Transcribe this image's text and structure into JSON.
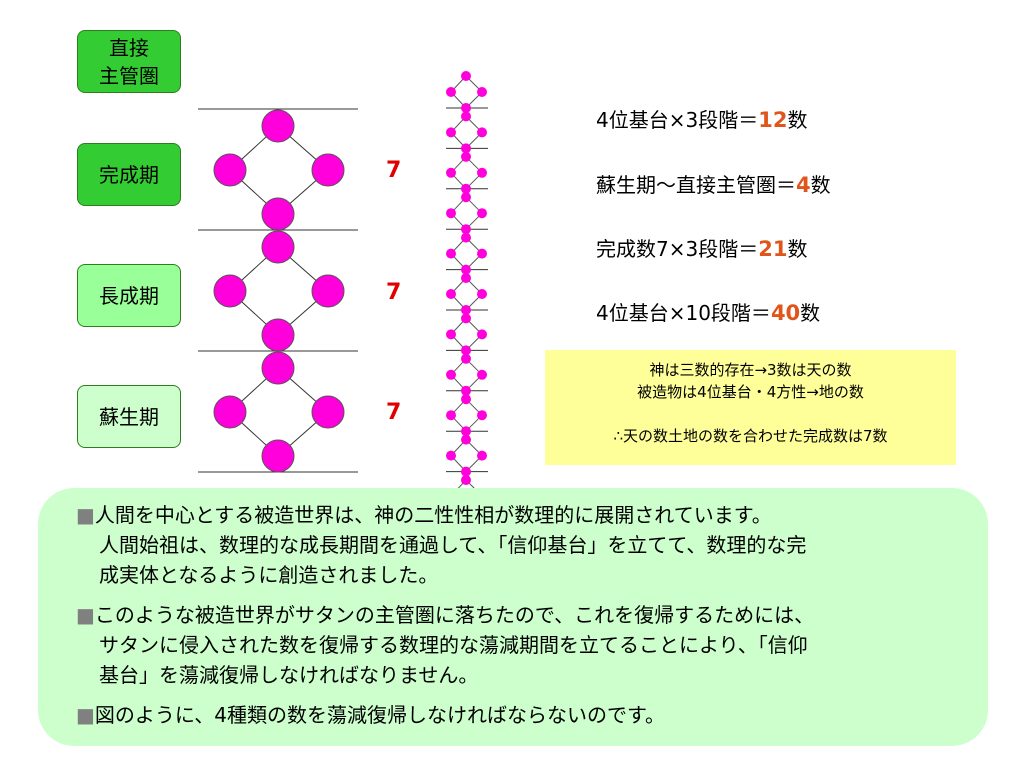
{
  "stages": [
    {
      "label_lines": [
        "直接",
        "主管圏"
      ],
      "color": "#33cc33"
    },
    {
      "label_lines": [
        "完成期"
      ],
      "color": "#33cc33"
    },
    {
      "label_lines": [
        "長成期"
      ],
      "color": "#99ff99"
    },
    {
      "label_lines": [
        "蘇生期"
      ],
      "color": "#ccffcc"
    }
  ],
  "stage_numbers": [
    "7",
    "7",
    "7"
  ],
  "node_color": "#ff00dd",
  "accent_color": "#e0561a",
  "equations": [
    {
      "prefix": "4位基台×3段階＝",
      "value": "12",
      "suffix": "数"
    },
    {
      "prefix": "蘇生期～直接主管圏＝",
      "value": "4",
      "suffix": "数"
    },
    {
      "prefix": "完成数7×3段階＝",
      "value": "21",
      "suffix": "数"
    },
    {
      "prefix": "4位基台×10段階＝",
      "value": "40",
      "suffix": "数"
    }
  ],
  "note": {
    "lines": [
      "神は三数的存在→3数は天の数",
      "被造物は4位基台・4方性→地の数",
      "",
      "∴天の数土地の数を合わせた完成数は7数"
    ]
  },
  "bullet_symbol": "■",
  "paragraphs": [
    {
      "lines": [
        "人間を中心とする被造世界は、神の二性性相が数理的に展開されています。",
        "人間始祖は、数理的な成長期間を通過して、「信仰基台」を立てて、数理的な完",
        "成実体となるように創造されました。"
      ]
    },
    {
      "lines": [
        "このような被造世界がサタンの主管圏に落ちたので、これを復帰するためには、",
        "サタンに侵入された数を復帰する数理的な蕩減期間を立てることにより、「信仰",
        "基台」を蕩減復帰しなければなりません。"
      ]
    },
    {
      "lines": [
        "図のように、4種類の数を蕩減復帰しなければならないのです。"
      ]
    }
  ]
}
